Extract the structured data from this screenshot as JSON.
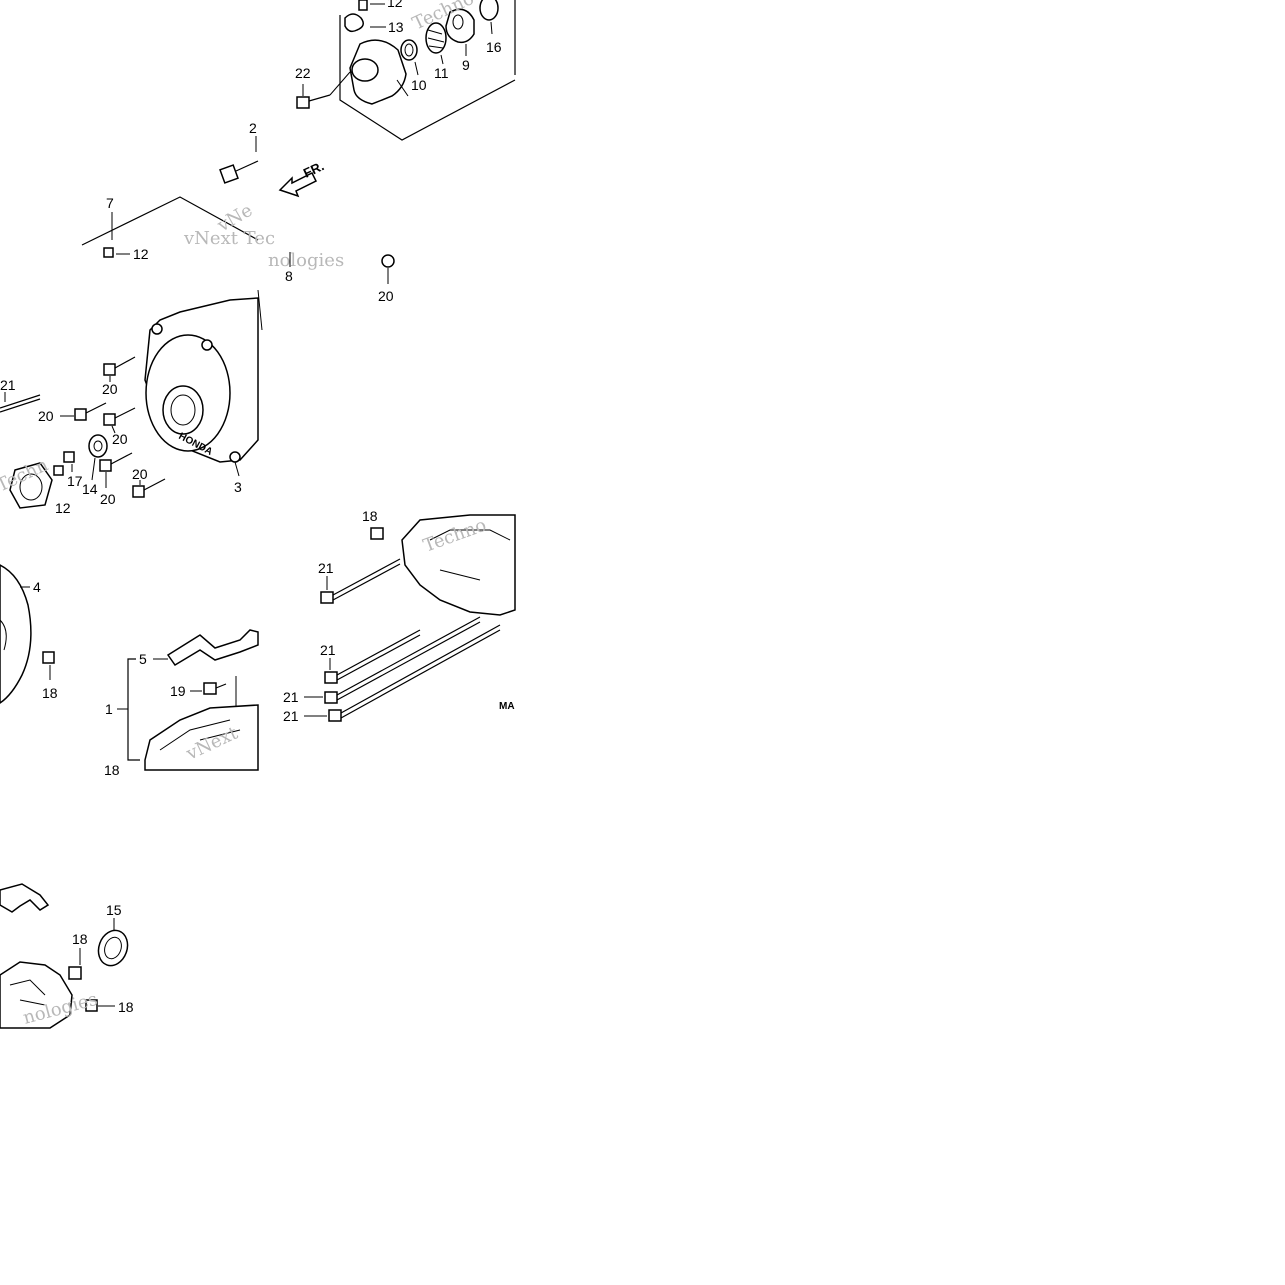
{
  "callouts": {
    "c12a": "12",
    "c13": "13",
    "c16": "16",
    "c11": "11",
    "c9": "9",
    "c10": "10",
    "c22": "22",
    "c2": "2",
    "c7": "7",
    "c12b": "12",
    "c8": "8",
    "c20a": "20",
    "c21a": "21",
    "c20b": "20",
    "c20c": "20",
    "c20d": "20",
    "c20e": "20",
    "c20f": "20",
    "c17": "17",
    "c14": "14",
    "c3": "3",
    "c12c": "12",
    "c18a": "18",
    "c21b": "21",
    "c4": "4",
    "c18b": "18",
    "c5": "5",
    "c19": "19",
    "c1": "1",
    "c21c": "21",
    "c21d": "21",
    "c21e": "21",
    "c18c": "18",
    "c15": "15",
    "c18d": "18",
    "c18e": "18"
  },
  "front_marker": "FR.",
  "code_fragment": "MA",
  "cover_logo": "HONDA",
  "watermarks": {
    "w1": "Techno",
    "w2": "vNe",
    "w3": "vNext Tec",
    "w4": "nologies",
    "w5": "Techn",
    "w6": "vNext",
    "w7": "Techno",
    "w8": "nologies"
  },
  "colors": {
    "ink": "#000000",
    "paper": "#ffffff",
    "watermark": "#b8b8b8"
  }
}
